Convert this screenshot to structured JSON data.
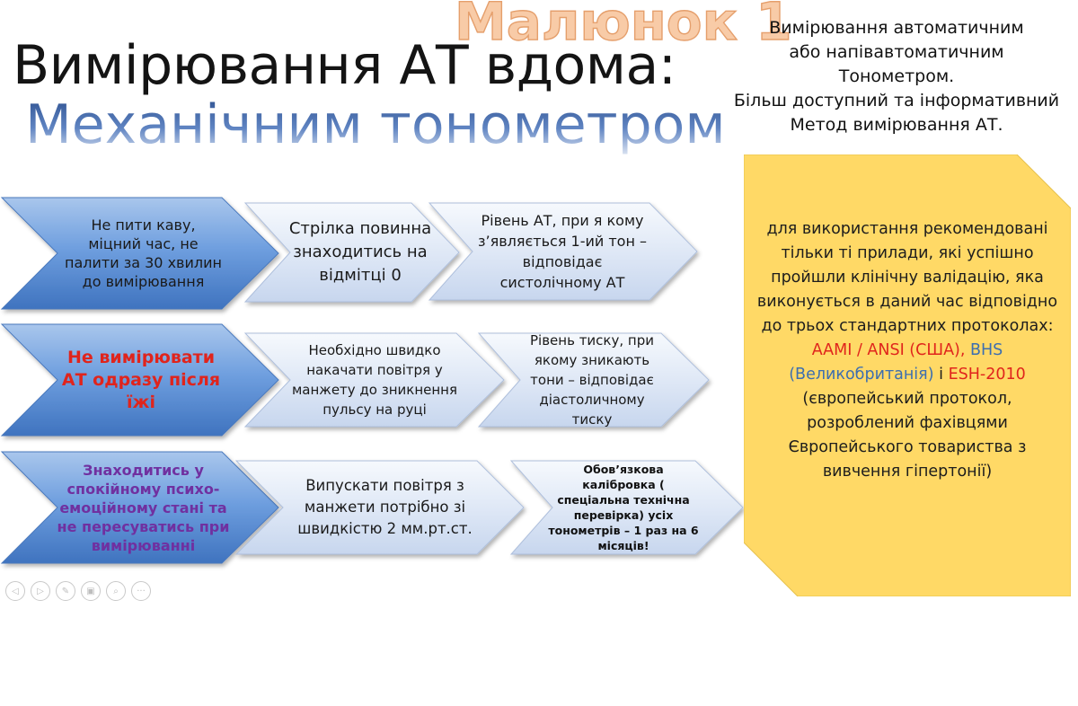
{
  "slide": {
    "title": "Вимірювання АТ вдома:",
    "subtitle": "Механічним тонометром",
    "figure_label": "Малюнок 1",
    "top_note": [
      "Вимірювання автоматичним",
      "або напівавтоматичним",
      "Тонометром.",
      "Більш доступний  та інформативний",
      "Метод  вимірювання АТ."
    ]
  },
  "rows": [
    {
      "first": "Не пити каву, міцний час, не палити за 30 хвилин до вимірювання",
      "second": "Стрілка повинна знаходитись на відмітці 0",
      "third": "Рівень АТ, при я кому з’являється 1-ий тон – відповідає систолічному АТ"
    },
    {
      "first": "Не вимірювати АТ одразу після їжі",
      "second": "Необхідно швидко накачати повітря у манжету до зникнення пульсу на руці",
      "third": "Рівень тиску, при якому зникають тони – відповідає діастоличному тиску"
    },
    {
      "first": "Знаходитись у спокійному психо-емоційному стані та не пересуватись при вимірюванні",
      "second": "Випускати повітря з манжети потрібно зі швидкістю 2 мм.рт.ст.",
      "third": "Обов’язкова калібровка ( спеціальна технічна перевірка) усіх тонометрів – 1 раз на 6 місяців!"
    }
  ],
  "info_box": {
    "part1": "для використання рекомендовані тільки ті прилади, які успішно пройшли клінічну валідацію, яка виконується в даний час відповідно до трьох стандартних протоколах:",
    "aami": "AAMI / ANSI (США),",
    "bhs": "BHS (Великобританія)",
    "and": "і",
    "esh": "ESH-2010",
    "part2": "(європейський протокол, розроблений фахівцями Європейського товариства з вивчення гіпертонії)"
  },
  "colors": {
    "blue_chevron": "#5b8fd6",
    "light_chevron": "#dbe5f5",
    "red_text": "#e0241c",
    "purple_text": "#7030a0",
    "yellow_box": "#ffd966"
  },
  "toolbar_icons": [
    "prev-icon",
    "next-icon",
    "pen-icon",
    "slides-icon",
    "zoom-icon",
    "more-icon"
  ]
}
